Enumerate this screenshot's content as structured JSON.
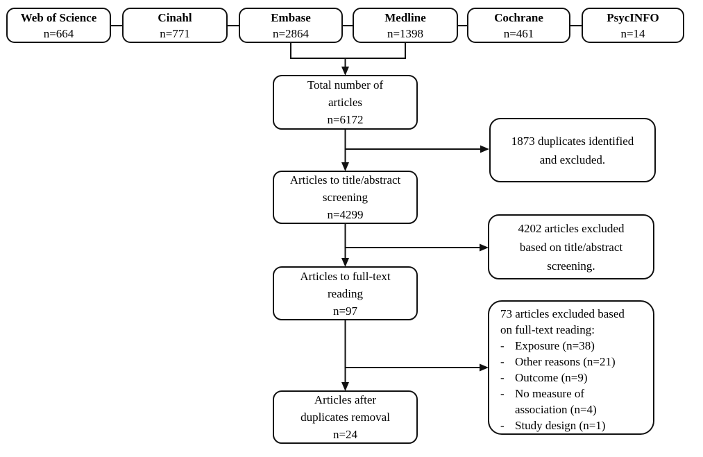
{
  "sources": [
    {
      "name": "Web of Science",
      "count": "n=664"
    },
    {
      "name": "Cinahl",
      "count": "n=771"
    },
    {
      "name": "Embase",
      "count": "n=2864"
    },
    {
      "name": "Medline",
      "count": "n=1398"
    },
    {
      "name": "Cochrane",
      "count": "n=461"
    },
    {
      "name": "PsycINFO",
      "count": "n=14"
    }
  ],
  "stages": [
    {
      "text": "Total number of\narticles\nn=6172"
    },
    {
      "text": "Articles to title/abstract\nscreening\nn=4299"
    },
    {
      "text": "Articles to full-text\nreading\nn=97"
    },
    {
      "text": "Articles after\nduplicates removal\nn=24"
    }
  ],
  "exclusions": [
    {
      "text": "1873 duplicates identified\nand excluded."
    },
    {
      "text": "4202 articles excluded\nbased on title/abstract\nscreening."
    },
    {
      "heading": "73 articles excluded based\non full-text reading:",
      "bullet": "-",
      "items": [
        "Exposure (n=38)",
        "Other reasons (n=21)",
        "Outcome (n=9)",
        "No measure of\nassociation (n=4)",
        "Study design (n=1)"
      ]
    }
  ],
  "colors": {
    "background": "#ffffff",
    "line": "#111111",
    "box_border": "#111111",
    "text": "#000000"
  }
}
